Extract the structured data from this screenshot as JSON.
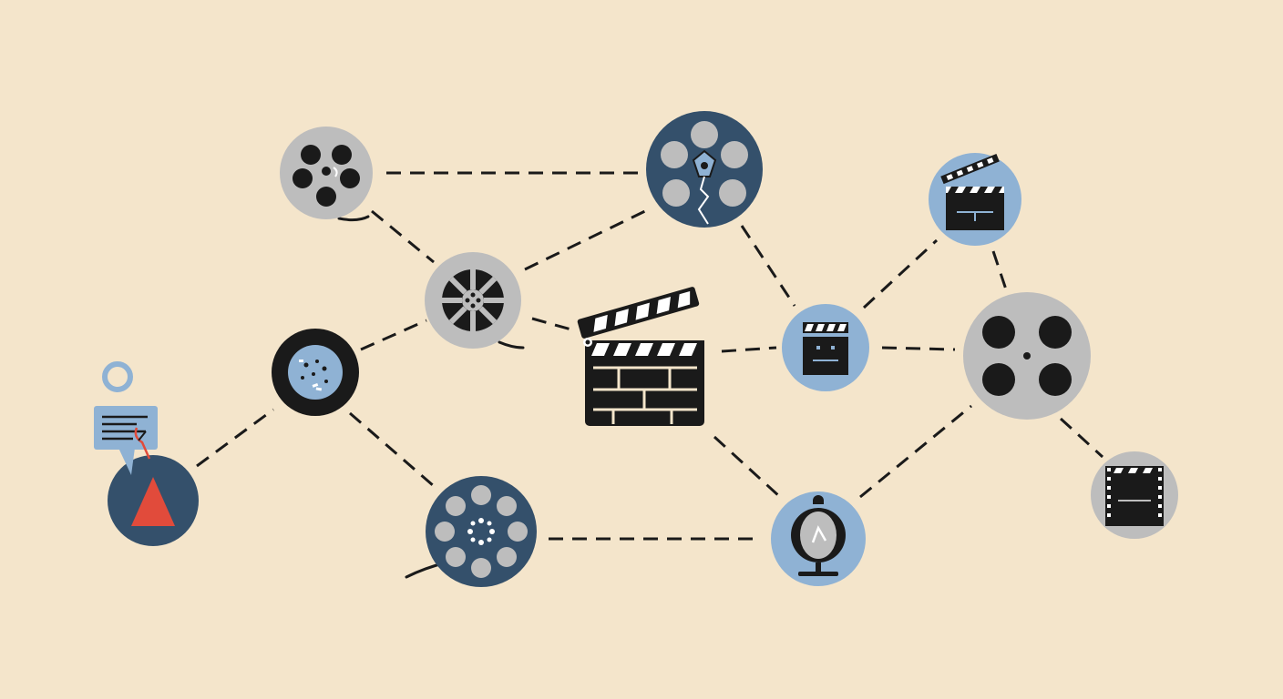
{
  "colors": {
    "background": "#f4e5cb",
    "navy": "#34506b",
    "light_blue": "#8fb2d4",
    "gray": "#bdbdbd",
    "black": "#1a1a1a",
    "accent_red": "#e14b3b",
    "line": "#1a1a1a"
  },
  "nodes": [
    {
      "id": "reel-gray-top-left",
      "icon": "film-reel-icon"
    },
    {
      "id": "reel-navy-top",
      "icon": "film-reel-icon"
    },
    {
      "id": "clapper-blue-top-right",
      "icon": "clapperboard-icon"
    },
    {
      "id": "reel-gray-middle",
      "icon": "film-reel-icon"
    },
    {
      "id": "clapperboard-center",
      "icon": "clapperboard-icon"
    },
    {
      "id": "clapper-blue-middle",
      "icon": "clapperboard-icon"
    },
    {
      "id": "reel-gray-large-right",
      "icon": "film-reel-icon"
    },
    {
      "id": "disc-black-left",
      "icon": "film-disc-icon"
    },
    {
      "id": "triangle-navy-bottom-left",
      "icon": "warning-triangle-icon"
    },
    {
      "id": "reel-navy-bottom",
      "icon": "film-reel-icon"
    },
    {
      "id": "lamp-blue-bottom",
      "icon": "stage-lamp-icon"
    },
    {
      "id": "film-frame-gray-right",
      "icon": "film-frame-icon"
    }
  ],
  "edges": [
    [
      "reel-gray-top-left",
      "reel-navy-top"
    ],
    [
      "reel-gray-top-left",
      "reel-gray-middle"
    ],
    [
      "reel-gray-middle",
      "reel-navy-top"
    ],
    [
      "reel-navy-top",
      "clapper-blue-middle"
    ],
    [
      "reel-gray-middle",
      "clapperboard-center"
    ],
    [
      "reel-gray-middle",
      "disc-black-left"
    ],
    [
      "disc-black-left",
      "triangle-navy-bottom-left"
    ],
    [
      "disc-black-left",
      "reel-navy-bottom"
    ],
    [
      "clapperboard-center",
      "clapper-blue-middle"
    ],
    [
      "clapperboard-center",
      "lamp-blue-bottom"
    ],
    [
      "clapper-blue-middle",
      "clapper-blue-top-right"
    ],
    [
      "clapper-blue-middle",
      "reel-gray-large-right"
    ],
    [
      "clapper-blue-top-right",
      "reel-gray-large-right"
    ],
    [
      "reel-gray-large-right",
      "lamp-blue-bottom"
    ],
    [
      "reel-gray-large-right",
      "film-frame-gray-right"
    ],
    [
      "reel-navy-bottom",
      "lamp-blue-bottom"
    ]
  ]
}
